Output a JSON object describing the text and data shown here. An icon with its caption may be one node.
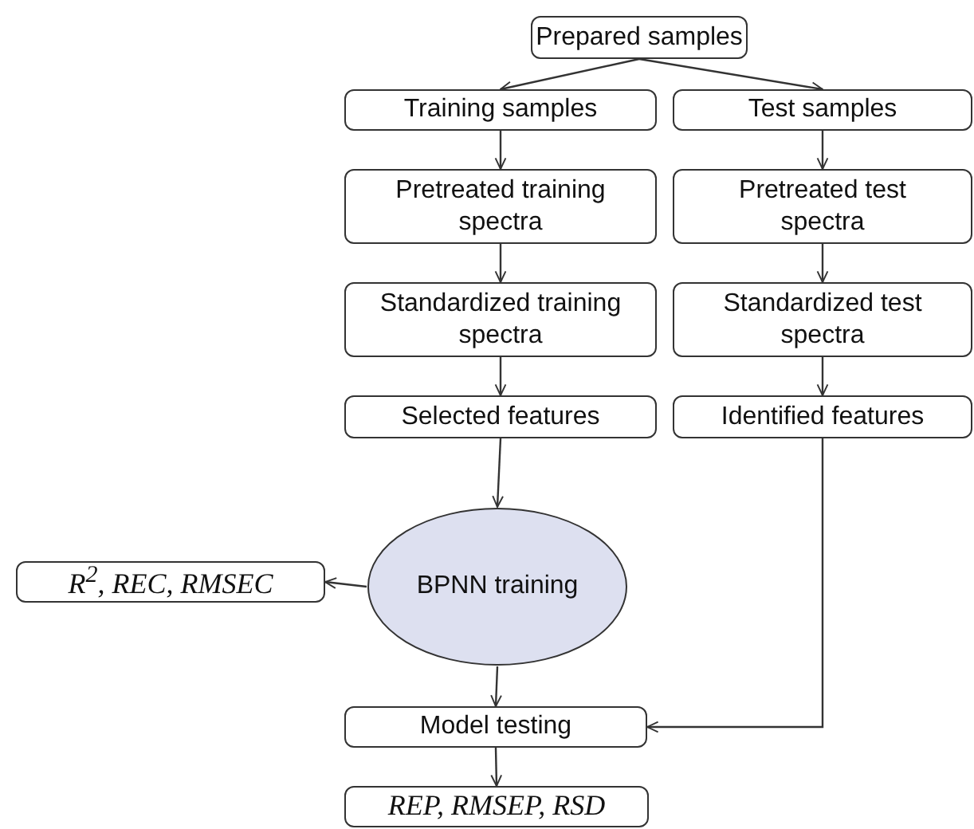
{
  "diagram": {
    "nodes": [
      {
        "text": [
          "Prepared samples"
        ]
      },
      {
        "text": [
          "Training samples"
        ]
      },
      {
        "text": [
          "Test samples"
        ]
      },
      {
        "text": [
          "Pretreated training spectra"
        ]
      },
      {
        "text": [
          "Pretreated test spectra"
        ]
      },
      {
        "text": [
          "Standardized training spectra"
        ]
      },
      {
        "text": [
          "Standardized test spectra"
        ]
      },
      {
        "text": [
          "Selected features"
        ]
      },
      {
        "text": [
          "Identified features"
        ]
      },
      {
        "text": [
          "BPNN training"
        ]
      },
      {
        "text": [
          "R$^{2}$, REC, RMSEC"
        ]
      },
      {
        "text": [
          "Model testing"
        ]
      },
      {
        "text": [
          "REP, RMSEP, RSD"
        ]
      }
    ],
    "edges": [
      {
        "from": 0,
        "to": 1,
        "arrow": "to"
      },
      {
        "from": 0,
        "to": 2,
        "arrow": "to"
      },
      {
        "from": 1,
        "to": 3,
        "arrow": "to"
      },
      {
        "from": 2,
        "to": 4,
        "arrow": "to"
      },
      {
        "from": 3,
        "to": 5,
        "arrow": "to"
      },
      {
        "from": 4,
        "to": 6,
        "arrow": "to"
      },
      {
        "from": 5,
        "to": 7,
        "arrow": "to"
      },
      {
        "from": 6,
        "to": 8,
        "arrow": "to"
      },
      {
        "from": 7,
        "to": 9,
        "arrow": "to"
      },
      {
        "from": 9,
        "to": 10,
        "arrow": "to"
      },
      {
        "from": 9,
        "to": 11,
        "arrow": "to"
      },
      {
        "from": 8,
        "to": 11,
        "arrow": "to"
      },
      {
        "from": 11,
        "to": 12,
        "arrow": "to"
      }
    ]
  }
}
